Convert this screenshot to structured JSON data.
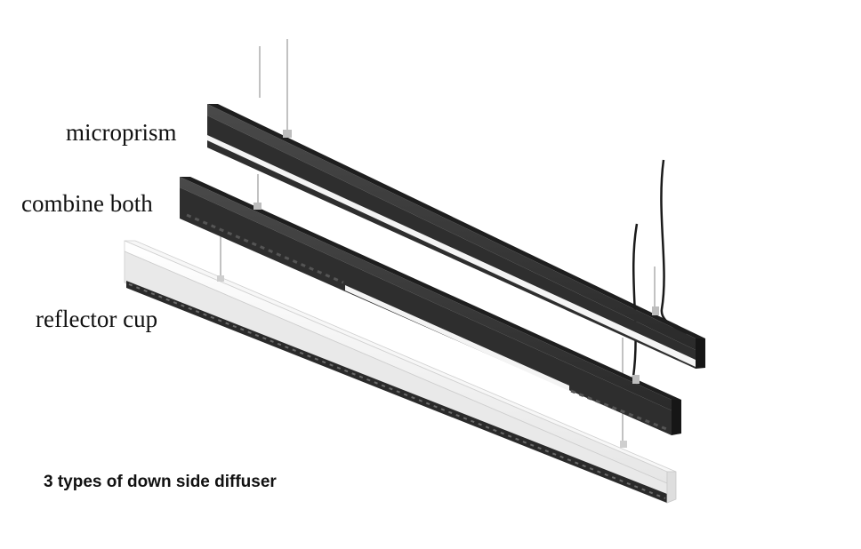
{
  "labels": {
    "microprism": "microprism",
    "combine_both": "combine both",
    "reflector_cup": "reflector cup"
  },
  "caption": "3 types of down side diffuser",
  "fixtures": [
    {
      "name": "microprism-fixture",
      "body_color": "#2b2b2b",
      "diffuser": "microprism"
    },
    {
      "name": "combine-fixture",
      "body_color": "#2b2b2b",
      "diffuser": "microprism + reflector cups"
    },
    {
      "name": "reflector-fixture",
      "body_color": "#ededed",
      "diffuser": "reflector cups"
    }
  ]
}
